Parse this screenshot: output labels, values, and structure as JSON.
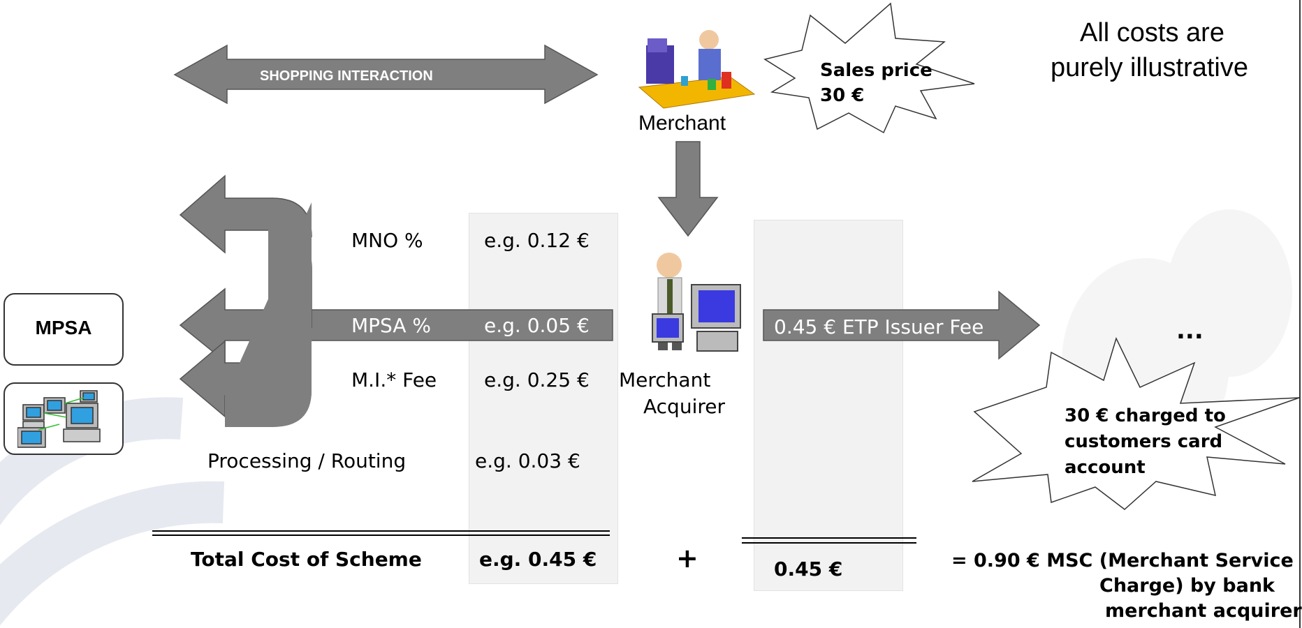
{
  "labels": {
    "shopping_interaction": "SHOPPING INTERACTION",
    "merchant": "Merchant",
    "sales_price_line1": "Sales price",
    "sales_price_line2": "30 €",
    "disclaimer_line1": "All costs are",
    "disclaimer_line2": "purely illustrative",
    "mpsa_box": "MPSA",
    "merchant_acquirer_line1": "Merchant",
    "merchant_acquirer_line2": "Acquirer",
    "etp_issuer_fee": "0.45 €  ETP Issuer Fee",
    "ellipsis": "...",
    "charged_line1": "30 €  charged to",
    "charged_line2": "customers card",
    "charged_line3": "account",
    "plus": "+",
    "msc_line1": "= 0.90 € MSC (Merchant Service",
    "msc_line2": "Charge) by bank",
    "msc_line3": "merchant acquirer"
  },
  "fees": [
    {
      "label": "MNO %",
      "value": "e.g. 0.12 €"
    },
    {
      "label": "MPSA %",
      "value": "e.g. 0.05 €"
    },
    {
      "label": "M.I.* Fee",
      "value": "e.g. 0.25 €"
    },
    {
      "label": "Processing / Routing",
      "value": "e.g. 0.03 €"
    }
  ],
  "totals": {
    "label": "Total Cost of Scheme",
    "scheme_value": "e.g. 0.45 €",
    "issuer_value": "0.45 €"
  },
  "colors": {
    "arrow_fill": "#7f7f7f",
    "panel": "#f2f2f2"
  }
}
